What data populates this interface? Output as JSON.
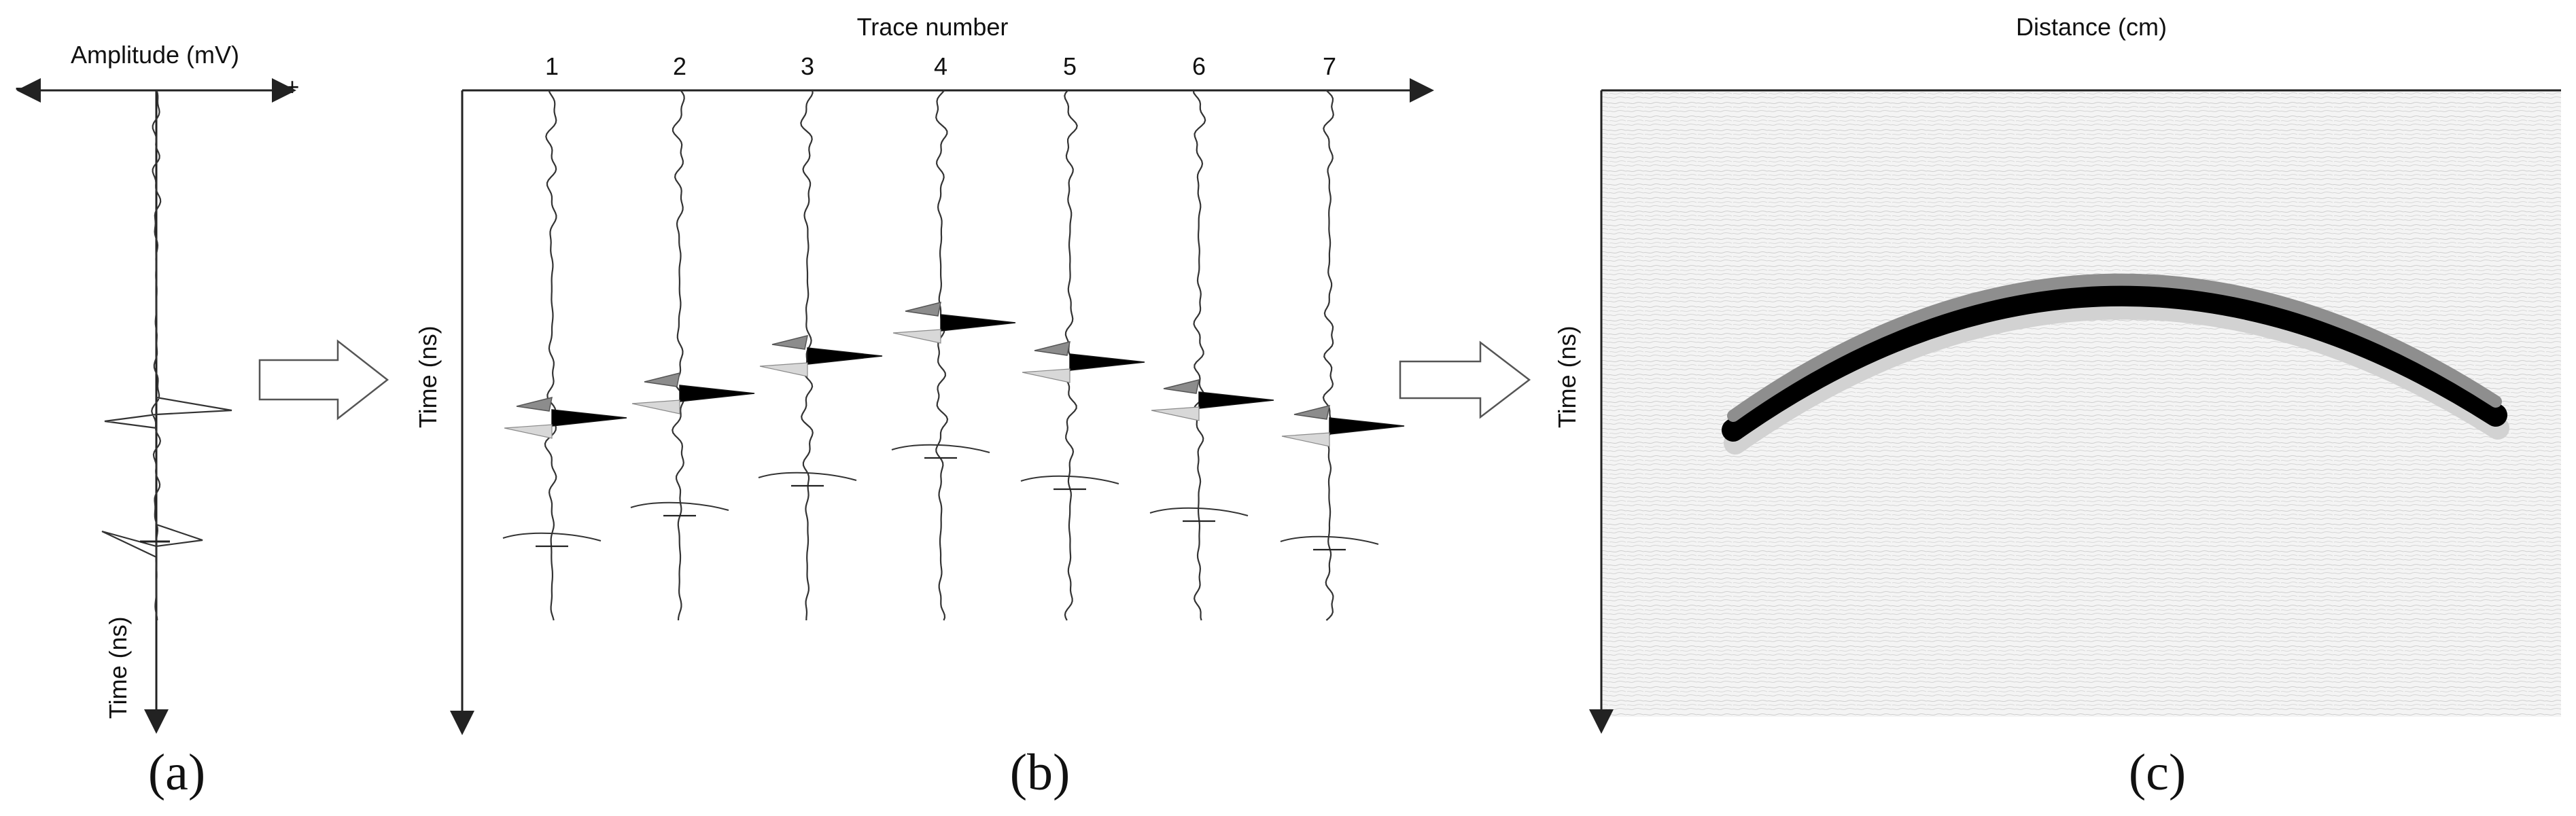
{
  "panel_a": {
    "x_label": "Amplitude (mV)",
    "minus": "-",
    "plus": "+",
    "y_label": "Time (ns)",
    "caption": "(a)"
  },
  "panel_b": {
    "x_label": "Trace number",
    "y_label": "Time (ns)",
    "caption": "(b)",
    "traces": [
      "1",
      "2",
      "3",
      "4",
      "5",
      "6",
      "7"
    ],
    "arrival_shape": "hyperbola, earliest at trace 4"
  },
  "panel_c": {
    "x_label": "Distance (cm)",
    "y_label": "Time (ns)",
    "caption": "(c)",
    "feature": "hyperbolic reflection"
  },
  "colors": {
    "trace": "#333333",
    "positive_fill": "#000000",
    "negative_fill": "#8c8c8c",
    "hyperbola_top": "#8e8e8e",
    "hyperbola_core": "#000000",
    "hyperbola_shadow": "#cfcfcf",
    "background_noise": "#f1f1f1"
  }
}
